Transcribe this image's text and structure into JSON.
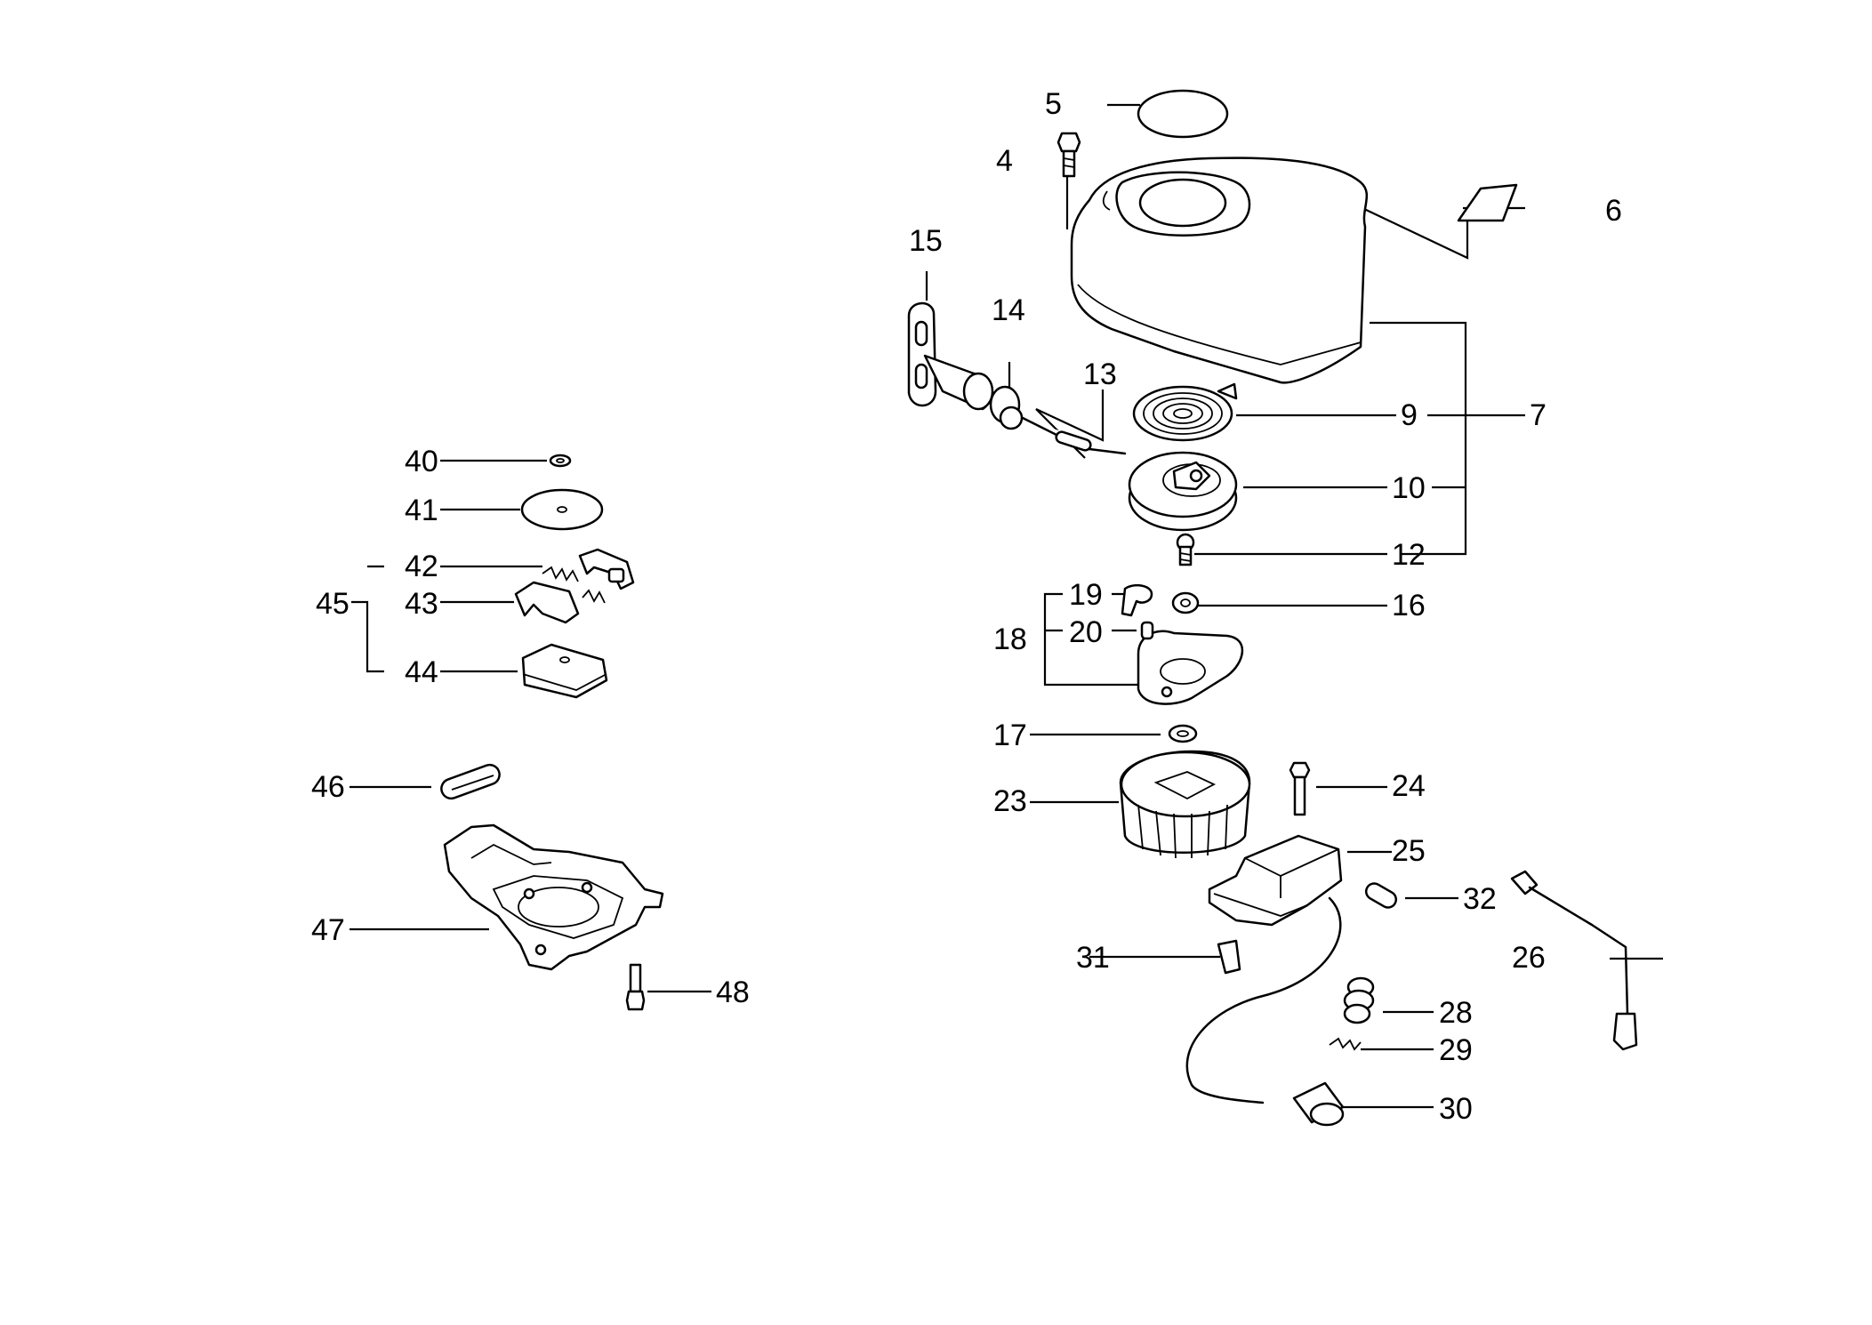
{
  "callouts": {
    "c4": "4",
    "c5": "5",
    "c6": "6",
    "c7": "7",
    "c9": "9",
    "c10": "10",
    "c12": "12",
    "c13": "13",
    "c14": "14",
    "c15": "15",
    "c16": "16",
    "c17": "17",
    "c18": "18",
    "c19": "19",
    "c20": "20",
    "c23": "23",
    "c24": "24",
    "c25": "25",
    "c26": "26",
    "c28": "28",
    "c29": "29",
    "c30": "30",
    "c31": "31",
    "c32": "32",
    "c40": "40",
    "c41": "41",
    "c42": "42",
    "c43": "43",
    "c44": "44",
    "c45": "45",
    "c46": "46",
    "c47": "47",
    "c48": "48"
  }
}
